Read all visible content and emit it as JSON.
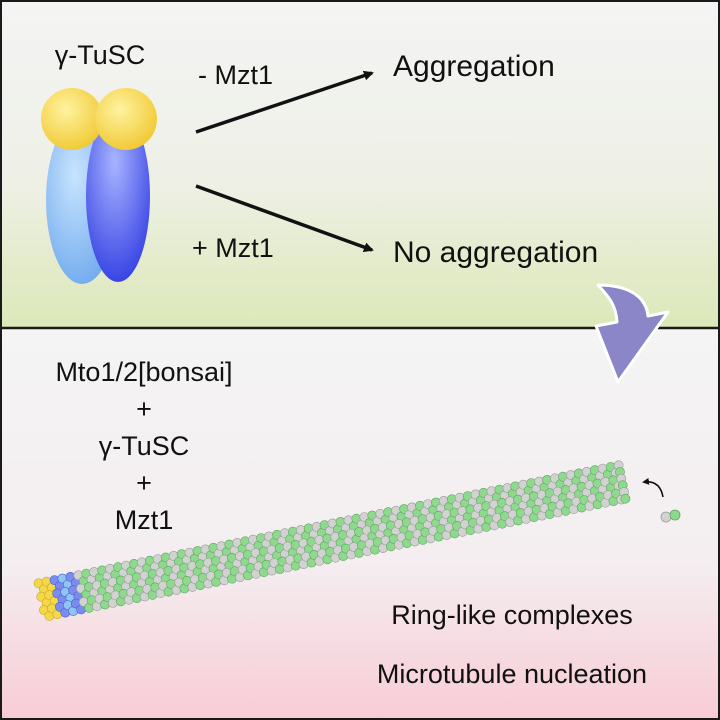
{
  "top_panel": {
    "complex_label": "γ-TuSC",
    "minus_label": "- Mzt1",
    "plus_label": "+ Mzt1",
    "outcome_minus": "Aggregation",
    "outcome_plus": "No aggregation"
  },
  "bottom_panel": {
    "components": [
      "Mto1/2[bonsai]",
      "+",
      "γ-TuSC",
      "+",
      "Mzt1"
    ],
    "result_1": "Ring-like complexes",
    "result_2": "Microtubule nucleation"
  },
  "colors": {
    "top_gradient_start": "#f4f4f4",
    "top_gradient_end": "#dce8b8",
    "bottom_gradient_start": "#f4f4f4",
    "bottom_gradient_end": "#f8ccd6",
    "gamma_tubulin": "#f5d84a",
    "gcp_light": "#8fc4f5",
    "gcp_dark": "#3f4fe6",
    "transition_arrow": "#8a86c8",
    "tubulin_alpha": "#d2d2d2",
    "tubulin_beta": "#8ed98e",
    "border": "#1a1a1a"
  }
}
